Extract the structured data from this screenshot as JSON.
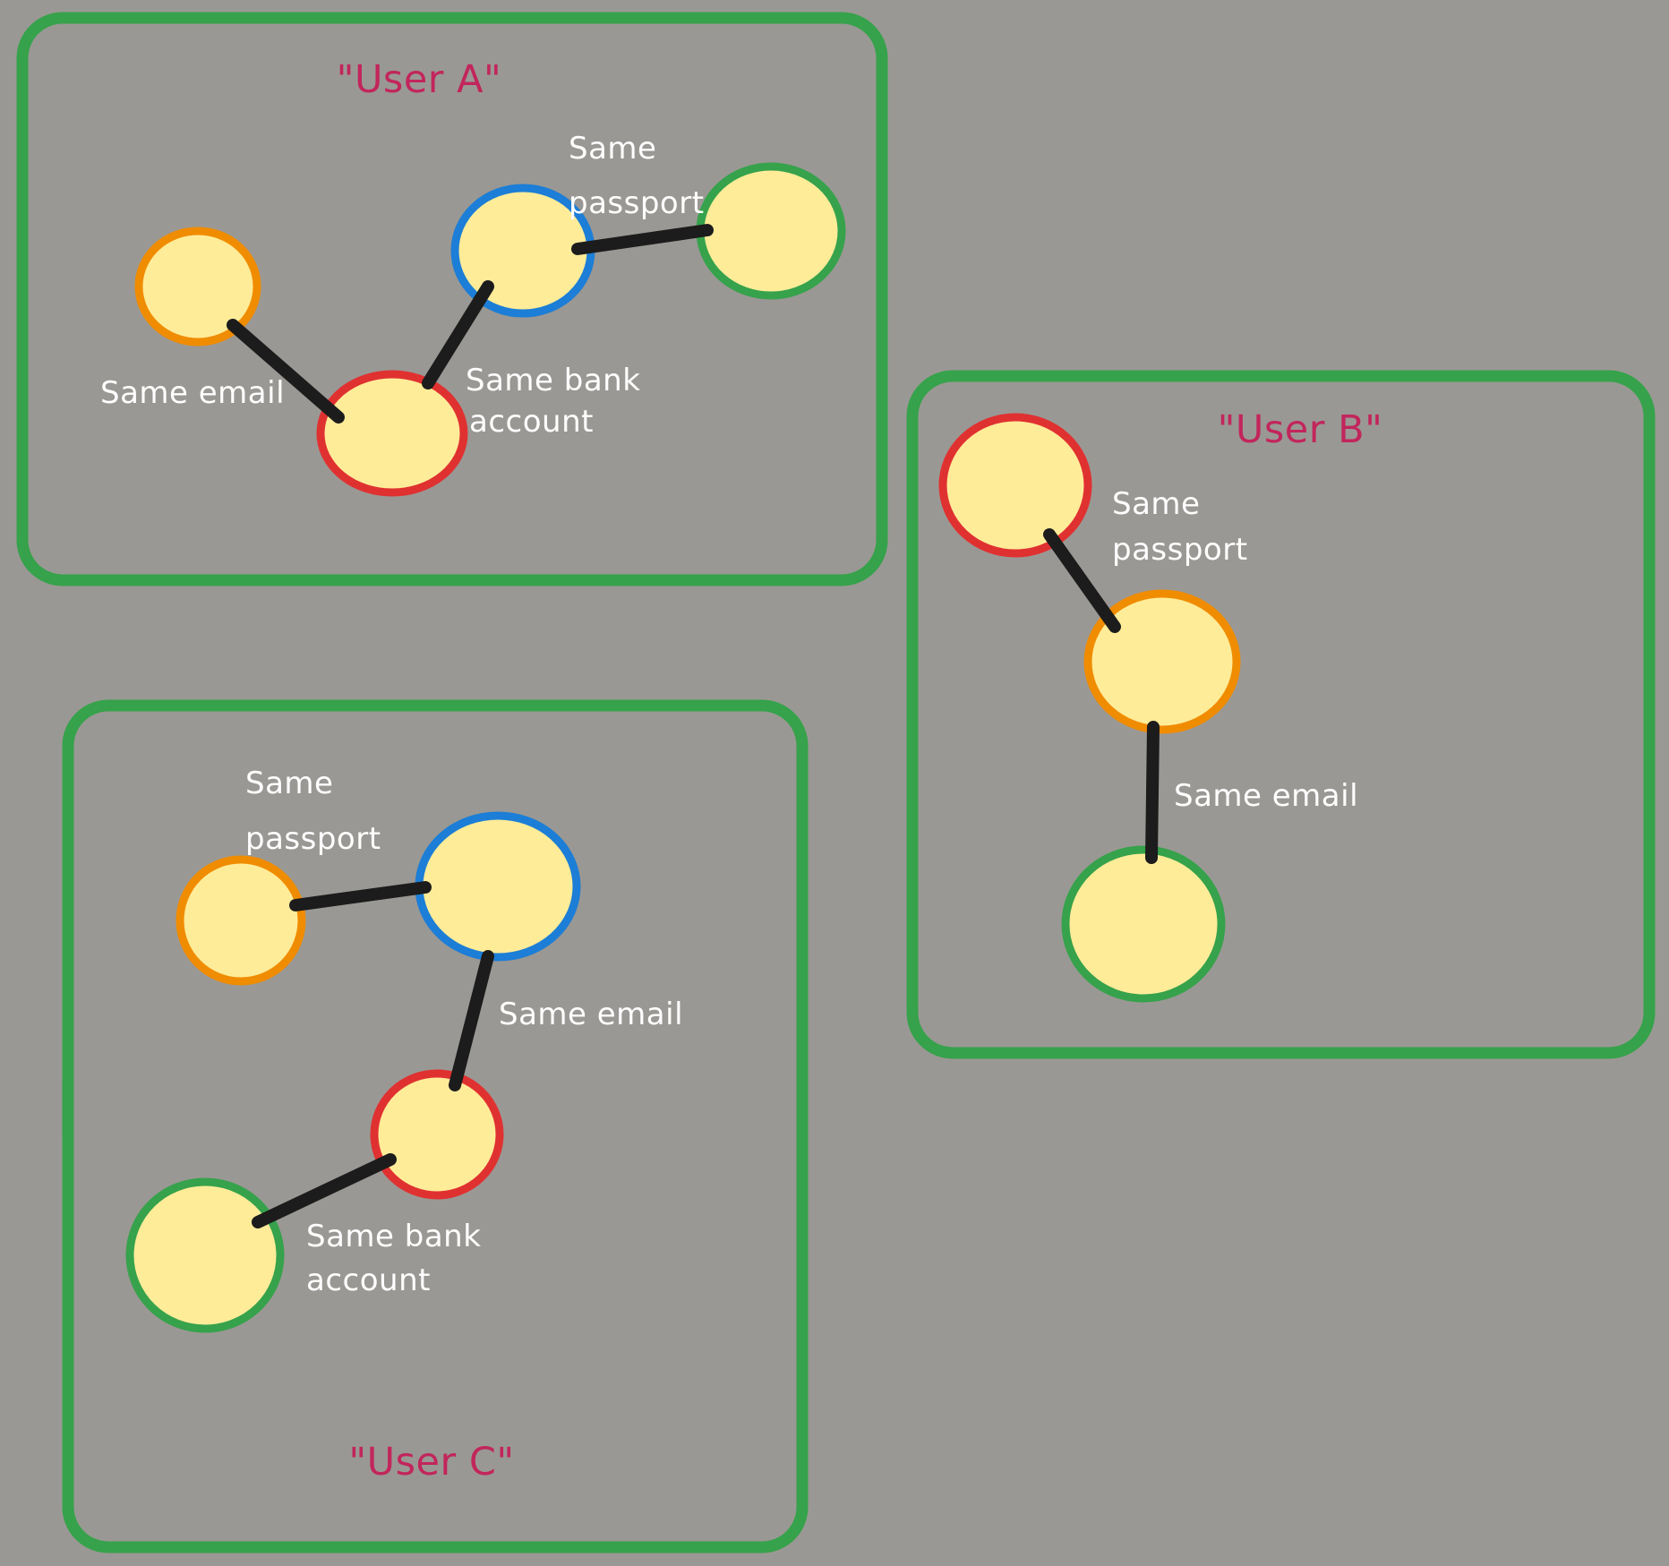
{
  "colors": {
    "background": "#9a9894",
    "box_border": "#36a24b",
    "edge": "#1c1c1c",
    "node_fill": "#ffec99",
    "orange": "#f08c00",
    "blue": "#1c7ed6",
    "green": "#36a24b",
    "red": "#e03131",
    "title": "#c2255c",
    "label": "#ffffff"
  },
  "groups": {
    "a": {
      "title": "\"User A\"",
      "labels": {
        "email": "Same email",
        "passport_line1": "Same",
        "passport_line2": "passport",
        "bank_line1": "Same bank",
        "bank_line2": "account"
      }
    },
    "b": {
      "title": "\"User B\"",
      "labels": {
        "passport_line1": "Same",
        "passport_line2": "passport",
        "email": "Same email"
      }
    },
    "c": {
      "title": "\"User C\"",
      "labels": {
        "passport_line1": "Same",
        "passport_line2": "passport",
        "email": "Same email",
        "bank_line1": "Same bank",
        "bank_line2": "account"
      }
    }
  }
}
